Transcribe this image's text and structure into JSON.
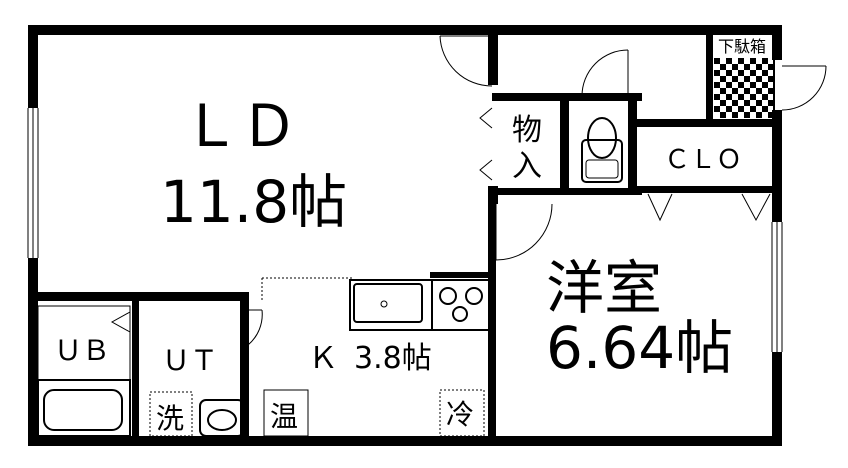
{
  "rooms": {
    "ld": {
      "name": "ＬＤ",
      "size": "11.8帖"
    },
    "western": {
      "name": "洋室",
      "size": "6.64帖"
    },
    "kitchen": {
      "name": "Ｋ",
      "size": "3.8帖"
    },
    "ub": {
      "name": "ＵＢ"
    },
    "ut": {
      "name": "ＵＴ"
    },
    "clo": {
      "name": "ＣＬＯ"
    },
    "storage": {
      "line1": "物",
      "line2": "入"
    }
  },
  "fixtures": {
    "shoe_box": "下駄箱",
    "washer": "洗",
    "water_heater": "温",
    "fridge": "冷"
  }
}
